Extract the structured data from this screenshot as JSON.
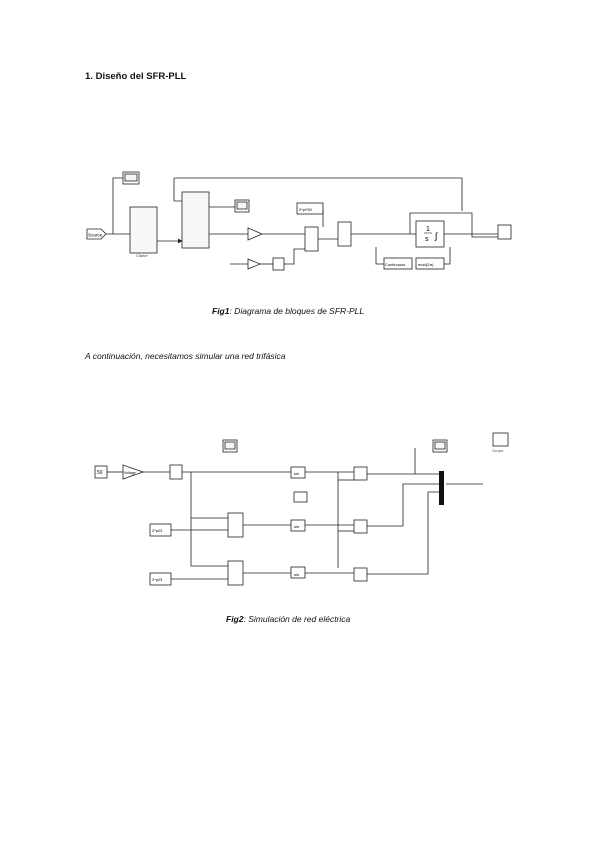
{
  "section": {
    "number": "1.",
    "title": "Diseño del SFR-PLL"
  },
  "figure1": {
    "label": "Fig1",
    "caption": ": Diagrama de bloques de SFR-PLL",
    "blocks": {
      "source": "Source",
      "clarke": "Clarke",
      "constant": "2*pi*50",
      "modulo": "mod(2π)",
      "continuous": "Continuous"
    }
  },
  "paragraph": "A continuación, necesitamos simular una red trifásica",
  "figure2": {
    "label": "Fig2",
    "caption": ": Simulación de red eléctrica",
    "blocks": {
      "input": "50",
      "phase_b": "2*pi/3",
      "phase_c": "2*pi/3",
      "sin_a": "sin",
      "sin_b": "sin",
      "sin_c": "sin",
      "gain_label": "Voltage",
      "display": "Scope"
    }
  }
}
